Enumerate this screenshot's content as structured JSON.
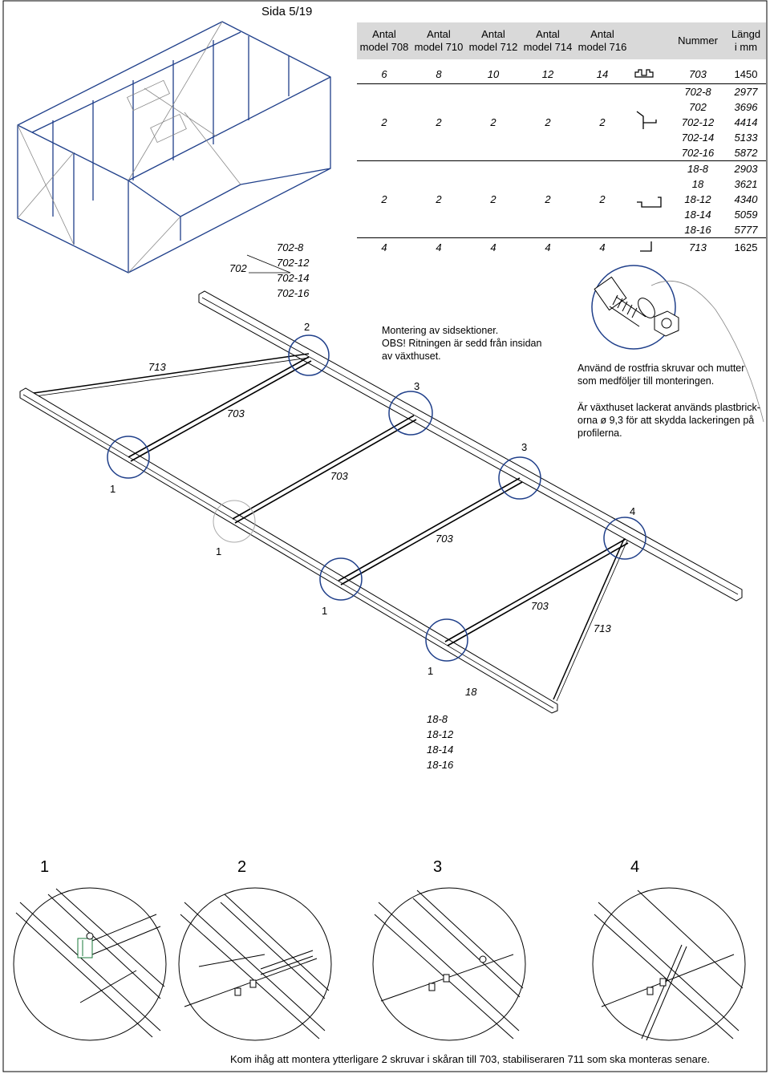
{
  "page_label": "Sida 5/19",
  "table": {
    "headers": [
      "Antal\nmodel 708",
      "Antal\nmodel 710",
      "Antal\nmodel 712",
      "Antal\nmodel 714",
      "Antal\nmodel 716",
      "Nummer",
      "Längd\ni mm"
    ],
    "row1": {
      "counts": [
        "6",
        "8",
        "10",
        "12",
        "14"
      ],
      "number": "703",
      "length": "1450"
    },
    "row2": {
      "counts": [
        "2",
        "2",
        "2",
        "2",
        "2"
      ],
      "numbers": [
        "702-8",
        "702",
        "702-12",
        "702-14",
        "702-16"
      ],
      "lengths": [
        "2977",
        "3696",
        "4414",
        "5133",
        "5872"
      ]
    },
    "row3": {
      "counts": [
        "2",
        "2",
        "2",
        "2",
        "2"
      ],
      "numbers": [
        "18-8",
        "18",
        "18-12",
        "18-14",
        "18-16"
      ],
      "lengths": [
        "2903",
        "3621",
        "4340",
        "5059",
        "5777"
      ]
    },
    "row4": {
      "counts": [
        "4",
        "4",
        "4",
        "4",
        "4"
      ],
      "number": "713",
      "length": "1625"
    }
  },
  "labels": {
    "l702": "702",
    "l702_list": [
      "702-8",
      "702-12",
      "702-14",
      "702-16"
    ],
    "l713_left": "713",
    "l2": "2",
    "l3a": "3",
    "l3b": "3",
    "l703a": "703",
    "l703b": "703",
    "l703c": "703",
    "l703d": "703",
    "l1a": "1",
    "l1b": "1",
    "l1c": "1",
    "l1d": "1",
    "l4": "4",
    "l713_right": "713",
    "l18": "18",
    "l18_list": [
      "18-8",
      "18-12",
      "18-14",
      "18-16"
    ]
  },
  "notes": {
    "mount": [
      "Montering av sidsektioner.",
      "OBS! Ritningen är sedd från insidan",
      "av växthuset."
    ],
    "screws": [
      "Använd de rostfria skruvar och mutter",
      "som medföljer till monteringen."
    ],
    "lacquer": [
      "Är växthuset lackerat används plastbrick-",
      "orna ø 9,3 för att skydda lackeringen på",
      "profilerna."
    ]
  },
  "detail_numbers": [
    "1",
    "2",
    "3",
    "4"
  ],
  "footer": "Kom ihåg att montera ytterligare 2 skruvar i skåran till 703, stabiliseraren 711 som ska monteras senare."
}
